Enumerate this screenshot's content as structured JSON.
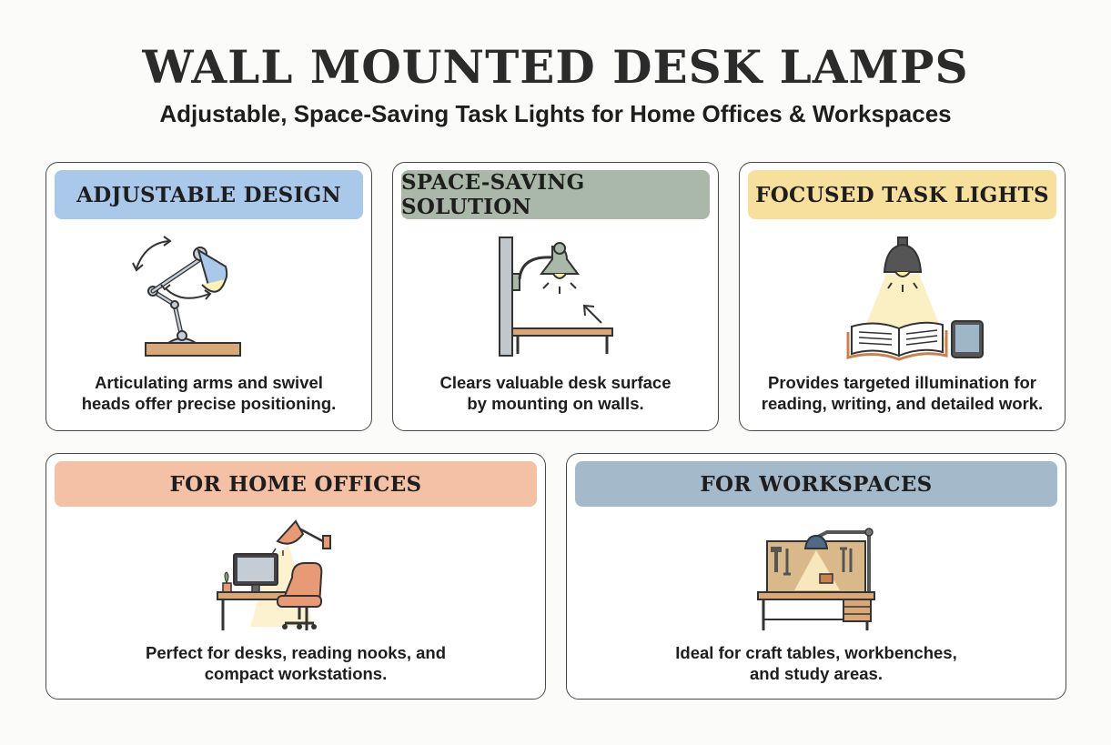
{
  "header": {
    "title": "WALL MOUNTED DESK LAMPS",
    "subtitle": "Adjustable, Space-Saving Task Lights for Home Offices & Workspaces"
  },
  "cards": [
    {
      "title": "ADJUSTABLE DESIGN",
      "description_line1": "Articulating arms and swivel",
      "description_line2": "heads offer precise positioning.",
      "color": "#a9c8ea",
      "icon": "articulating-desk-lamp-icon"
    },
    {
      "title": "SPACE-SAVING SOLUTION",
      "description_line1": "Clears valuable desk surface",
      "description_line2": "by mounting on walls.",
      "color": "#a9b8a9",
      "icon": "wall-mounted-lamp-icon"
    },
    {
      "title": "FOCUSED TASK LIGHTS",
      "description_line1": "Provides targeted illumination for",
      "description_line2": "reading, writing, and detailed work.",
      "color": "#f7df9c",
      "icon": "pendant-lamp-book-tablet-icon"
    },
    {
      "title": "FOR HOME OFFICES",
      "description_line1": "Perfect for desks, reading nooks, and",
      "description_line2": "compact workstations.",
      "color": "#f5c1a4",
      "icon": "home-office-desk-icon"
    },
    {
      "title": "FOR WORKSPACES",
      "description_line1": "Ideal for craft tables, workbenches,",
      "description_line2": "and study areas.",
      "color": "#a4b9ca",
      "icon": "workbench-icon"
    }
  ]
}
